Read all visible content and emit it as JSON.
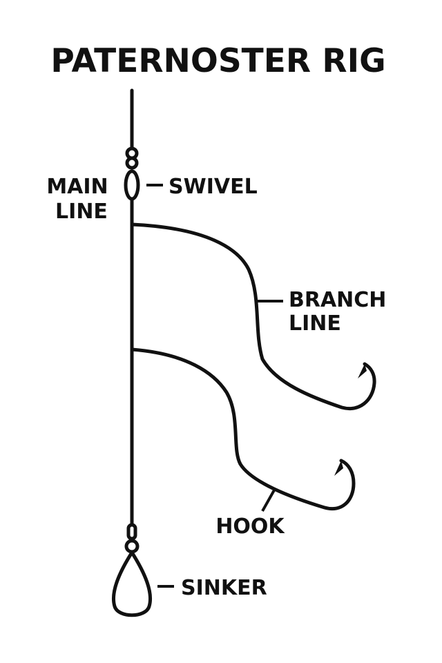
{
  "title": "PATERNOSTER RIG",
  "labels": {
    "main_line_1": "MAIN",
    "main_line_2": "LINE",
    "swivel": "SWIVEL",
    "branch_line_1": "BRANCH",
    "branch_line_2": "LINE",
    "hook": "HOOK",
    "sinker": "SINKER"
  },
  "colors": {
    "ink": "#111111",
    "background": "#ffffff"
  }
}
